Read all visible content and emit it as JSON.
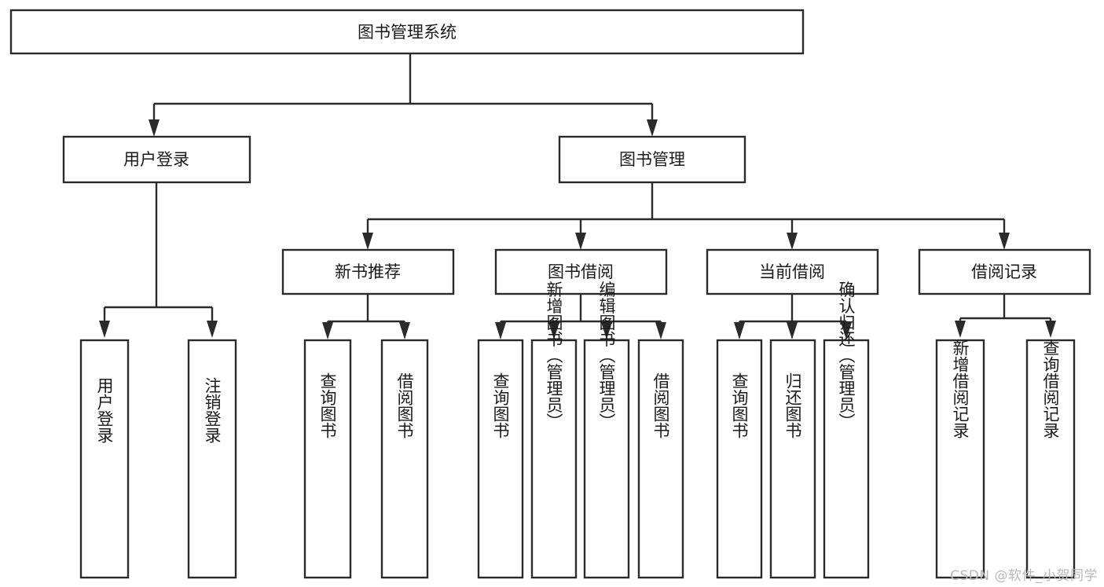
{
  "diagram": {
    "title": "图书管理系统",
    "type": "hierarchy-tree",
    "background_color": "#ffffff",
    "line_color": "#2b2b2b",
    "text_color": "#1a1a1a",
    "root": {
      "id": "root",
      "label": "图书管理系统",
      "orientation": "horizontal"
    },
    "level2": [
      {
        "id": "user-login",
        "label": "用户登录",
        "orientation": "horizontal"
      },
      {
        "id": "book-manage",
        "label": "图书管理",
        "orientation": "horizontal"
      }
    ],
    "level3": [
      {
        "id": "new-book-recommend",
        "label": "新书推荐",
        "orientation": "horizontal",
        "parent": "book-manage"
      },
      {
        "id": "book-borrow",
        "label": "图书借阅",
        "orientation": "horizontal",
        "parent": "book-manage"
      },
      {
        "id": "current-borrow",
        "label": "当前借阅",
        "orientation": "horizontal",
        "parent": "book-manage"
      },
      {
        "id": "borrow-record",
        "label": "借阅记录",
        "orientation": "horizontal",
        "parent": "book-manage"
      }
    ],
    "leaves": [
      {
        "id": "leaf-user-login",
        "label": "用户登录",
        "orientation": "vertical",
        "parent": "user-login"
      },
      {
        "id": "leaf-user-logout",
        "label": "注销登录",
        "orientation": "vertical",
        "parent": "user-login"
      },
      {
        "id": "leaf-query-book-1",
        "label": "查询图书",
        "orientation": "vertical",
        "parent": "new-book-recommend"
      },
      {
        "id": "leaf-borrow-book-1",
        "label": "借阅图书",
        "orientation": "vertical",
        "parent": "new-book-recommend"
      },
      {
        "id": "leaf-query-book-2",
        "label": "查询图书",
        "orientation": "vertical",
        "parent": "book-borrow"
      },
      {
        "id": "leaf-add-book",
        "label": "新增图书（管理员）",
        "orientation": "vertical",
        "parent": "book-borrow"
      },
      {
        "id": "leaf-edit-book",
        "label": "编辑图书（管理员）",
        "orientation": "vertical",
        "parent": "book-borrow"
      },
      {
        "id": "leaf-borrow-book-2",
        "label": "借阅图书",
        "orientation": "vertical",
        "parent": "book-borrow"
      },
      {
        "id": "leaf-query-book-3",
        "label": "查询图书",
        "orientation": "vertical",
        "parent": "current-borrow"
      },
      {
        "id": "leaf-return-book",
        "label": "归还图书",
        "orientation": "vertical",
        "parent": "current-borrow"
      },
      {
        "id": "leaf-confirm-return",
        "label": "确认归还（管理员）",
        "orientation": "vertical",
        "parent": "current-borrow"
      },
      {
        "id": "leaf-add-record",
        "label": "新增借阅记录",
        "orientation": "vertical",
        "parent": "borrow-record"
      },
      {
        "id": "leaf-query-record",
        "label": "查询借阅记录",
        "orientation": "vertical",
        "parent": "borrow-record"
      }
    ],
    "watermark": "CSDN @软件_小贺同学"
  }
}
